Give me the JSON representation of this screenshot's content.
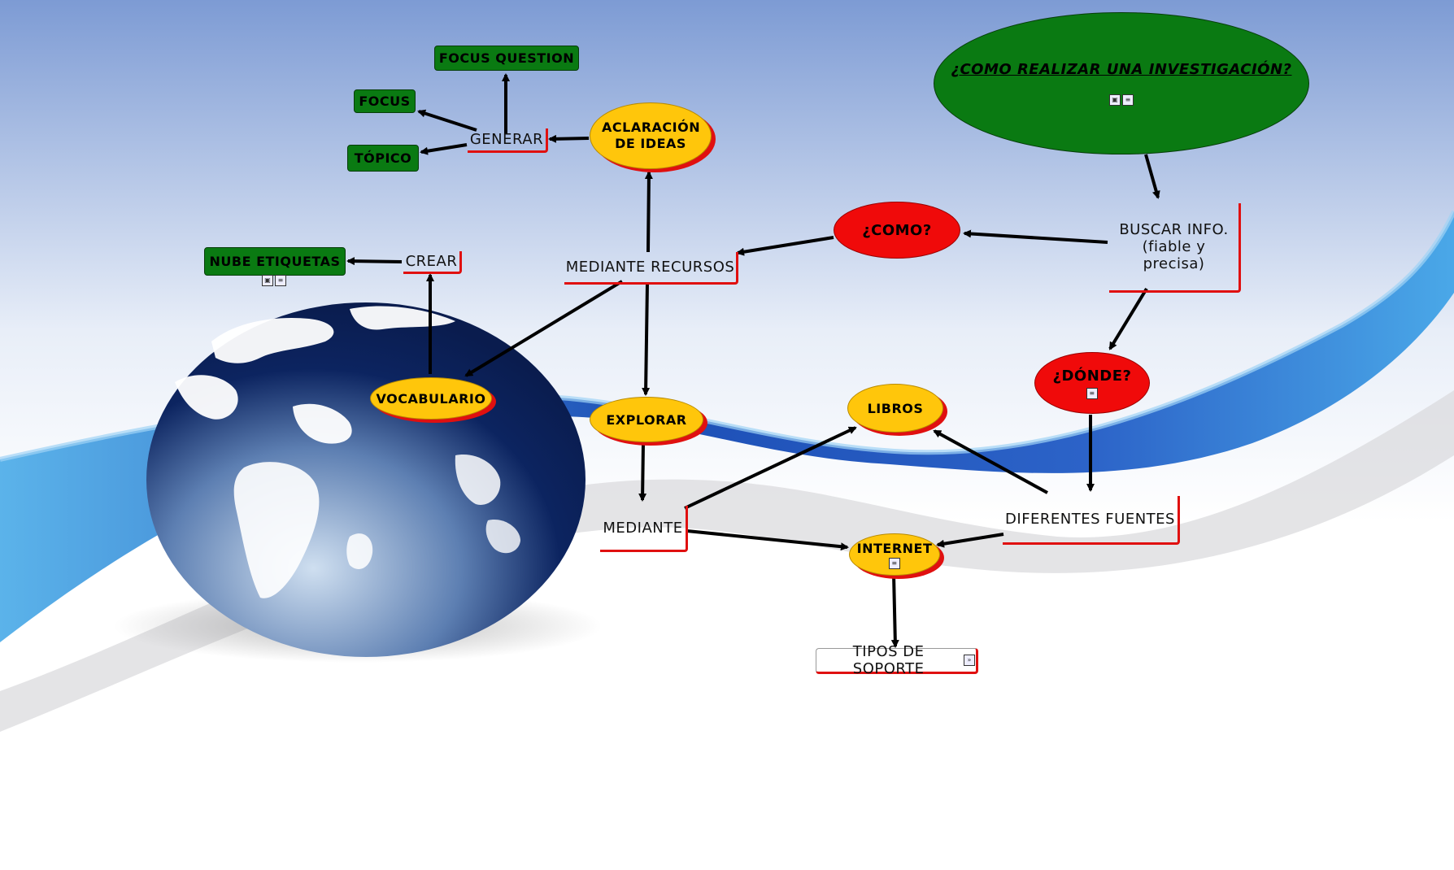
{
  "title": "¿COMO REALIZAR UNA INVESTIGACIÓN?",
  "nodes": {
    "focus_question": "FOCUS QUESTION",
    "focus": "FOCUS",
    "topico": "TÓPICO",
    "generar": "GENERAR",
    "aclaracion": "ACLARACIÓN DE IDEAS",
    "nube_etiquetas": "NUBE ETIQUETAS",
    "crear": "CREAR",
    "mediante_recursos": "MEDIANTE RECURSOS",
    "como": "¿COMO?",
    "buscar_info_line1": "BUSCAR INFO.",
    "buscar_info_line2": "(fiable y precisa)",
    "vocabulario": "VOCABULARIO",
    "explorar": "EXPLORAR",
    "libros": "LIBROS",
    "donde": "¿DÓNDE?",
    "mediante": "MEDIANTE",
    "diferentes_fuentes": "DIFERENTES FUENTES",
    "internet": "INTERNET",
    "tipos_de_soporte": "TIPOS DE SOPORTE"
  },
  "colors": {
    "green": "#0a7a12",
    "yellow": "#ffc60b",
    "red": "#f00a0a",
    "accent_shadow": "#e01010"
  }
}
